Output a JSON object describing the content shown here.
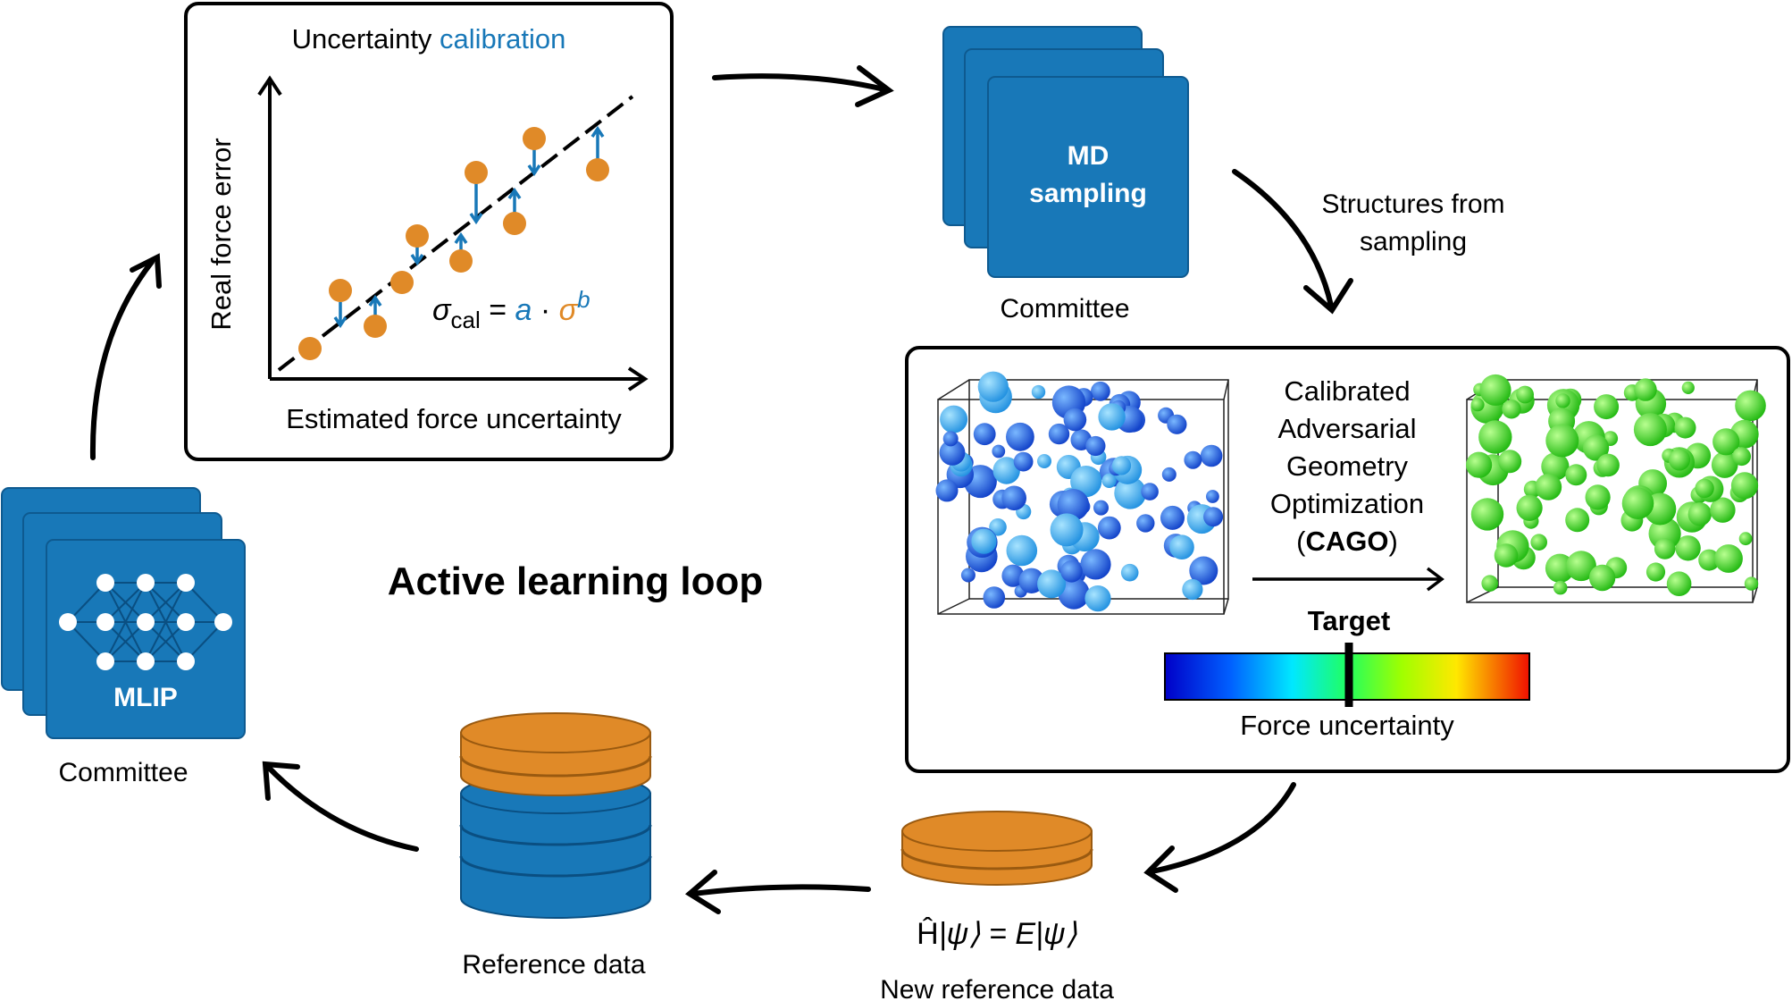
{
  "calibration": {
    "title_prefix": "Uncertainty ",
    "title_highlight": "calibration",
    "ylabel": "Real force error",
    "xlabel": "Estimated force uncertainty",
    "formula_sigma": "σ",
    "formula_sub": "cal",
    "formula_eq": " = ",
    "formula_a": "a",
    "formula_dot": " · ",
    "formula_sigma2": "σ",
    "formula_b": "b"
  },
  "md": {
    "line1": "MD",
    "line2": "sampling",
    "caption": "Committee"
  },
  "structures": {
    "line1": "Structures from",
    "line2": "sampling"
  },
  "cago": {
    "line1": "Calibrated",
    "line2": "Adversarial",
    "line3": "Geometry",
    "line4": "Optimization",
    "line5_open": "(",
    "line5_bold": "CAGO",
    "line5_close": ")",
    "target_label": "Target",
    "colorbar_label": "Force uncertainty"
  },
  "loop_title": "Active learning loop",
  "mlip": {
    "label": "MLIP",
    "caption": "Committee"
  },
  "reference": {
    "caption": "Reference data"
  },
  "new_reference": {
    "eq_H": "Ĥ",
    "eq_left": "|ψ⟩ = ",
    "eq_E": "E",
    "eq_right": "|ψ⟩",
    "caption": "New reference data"
  },
  "colors": {
    "blue": "#1878b8",
    "orange": "#e08a28",
    "black": "#000000"
  }
}
